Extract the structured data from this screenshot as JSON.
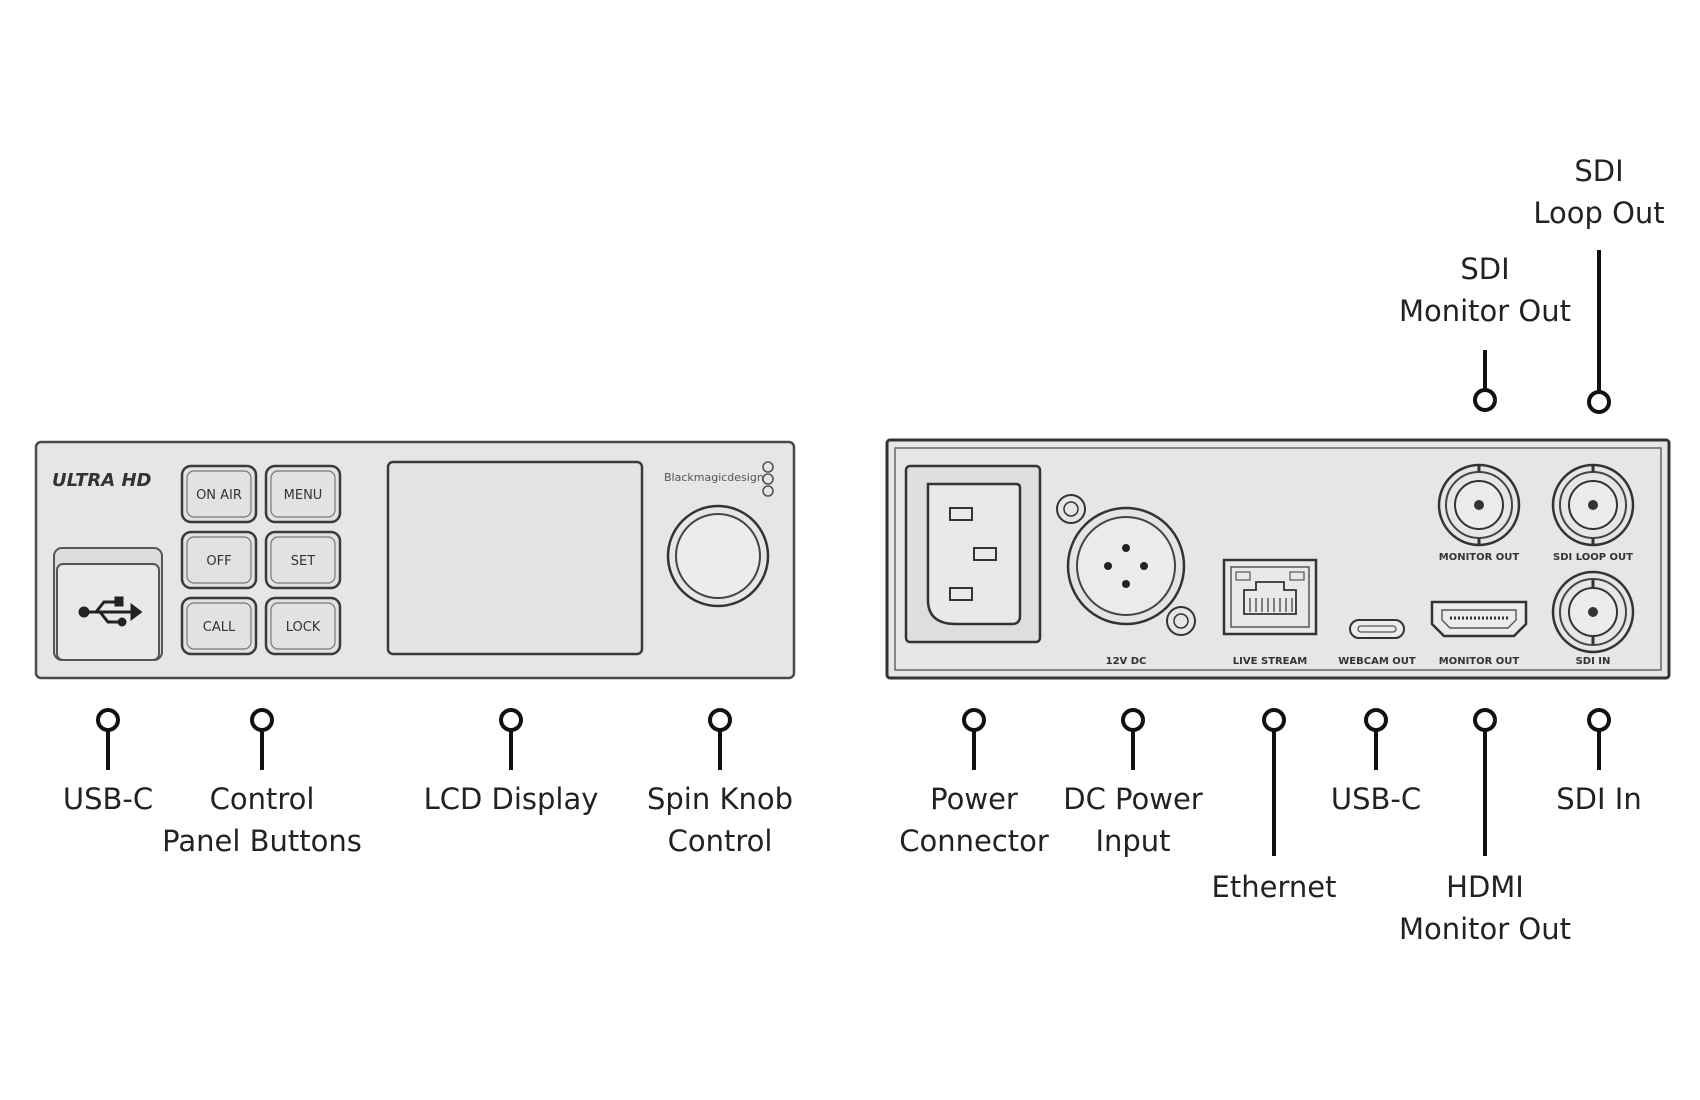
{
  "front_panel": {
    "logo": "ULTRA HD",
    "brand_mark": "Blackmagicdesign",
    "buttons": [
      {
        "label": "ON AIR"
      },
      {
        "label": "MENU"
      },
      {
        "label": "OFF"
      },
      {
        "label": "SET"
      },
      {
        "label": "CALL"
      },
      {
        "label": "LOCK"
      }
    ]
  },
  "rear_panel": {
    "port_labels": {
      "dc": "12V DC",
      "ethernet": "LIVE STREAM",
      "usb": "WEBCAM OUT",
      "hdmi": "MONITOR OUT",
      "sdi_monitor": "MONITOR OUT",
      "sdi_loop": "SDI LOOP OUT",
      "sdi_in": "SDI IN"
    }
  },
  "callouts": {
    "usb_c_front": "USB-C",
    "control_panel_buttons": "Control\nPanel Buttons",
    "lcd_display": "LCD Display",
    "spin_knob": "Spin Knob\nControl",
    "power_connector": "Power\nConnector",
    "dc_power_input": "DC Power\nInput",
    "ethernet": "Ethernet",
    "usb_c_rear": "USB-C",
    "hdmi_monitor_out": "HDMI\nMonitor Out",
    "sdi_in": "SDI In",
    "sdi_monitor_out": "SDI\nMonitor Out",
    "sdi_loop_out": "SDI\nLoop Out"
  }
}
